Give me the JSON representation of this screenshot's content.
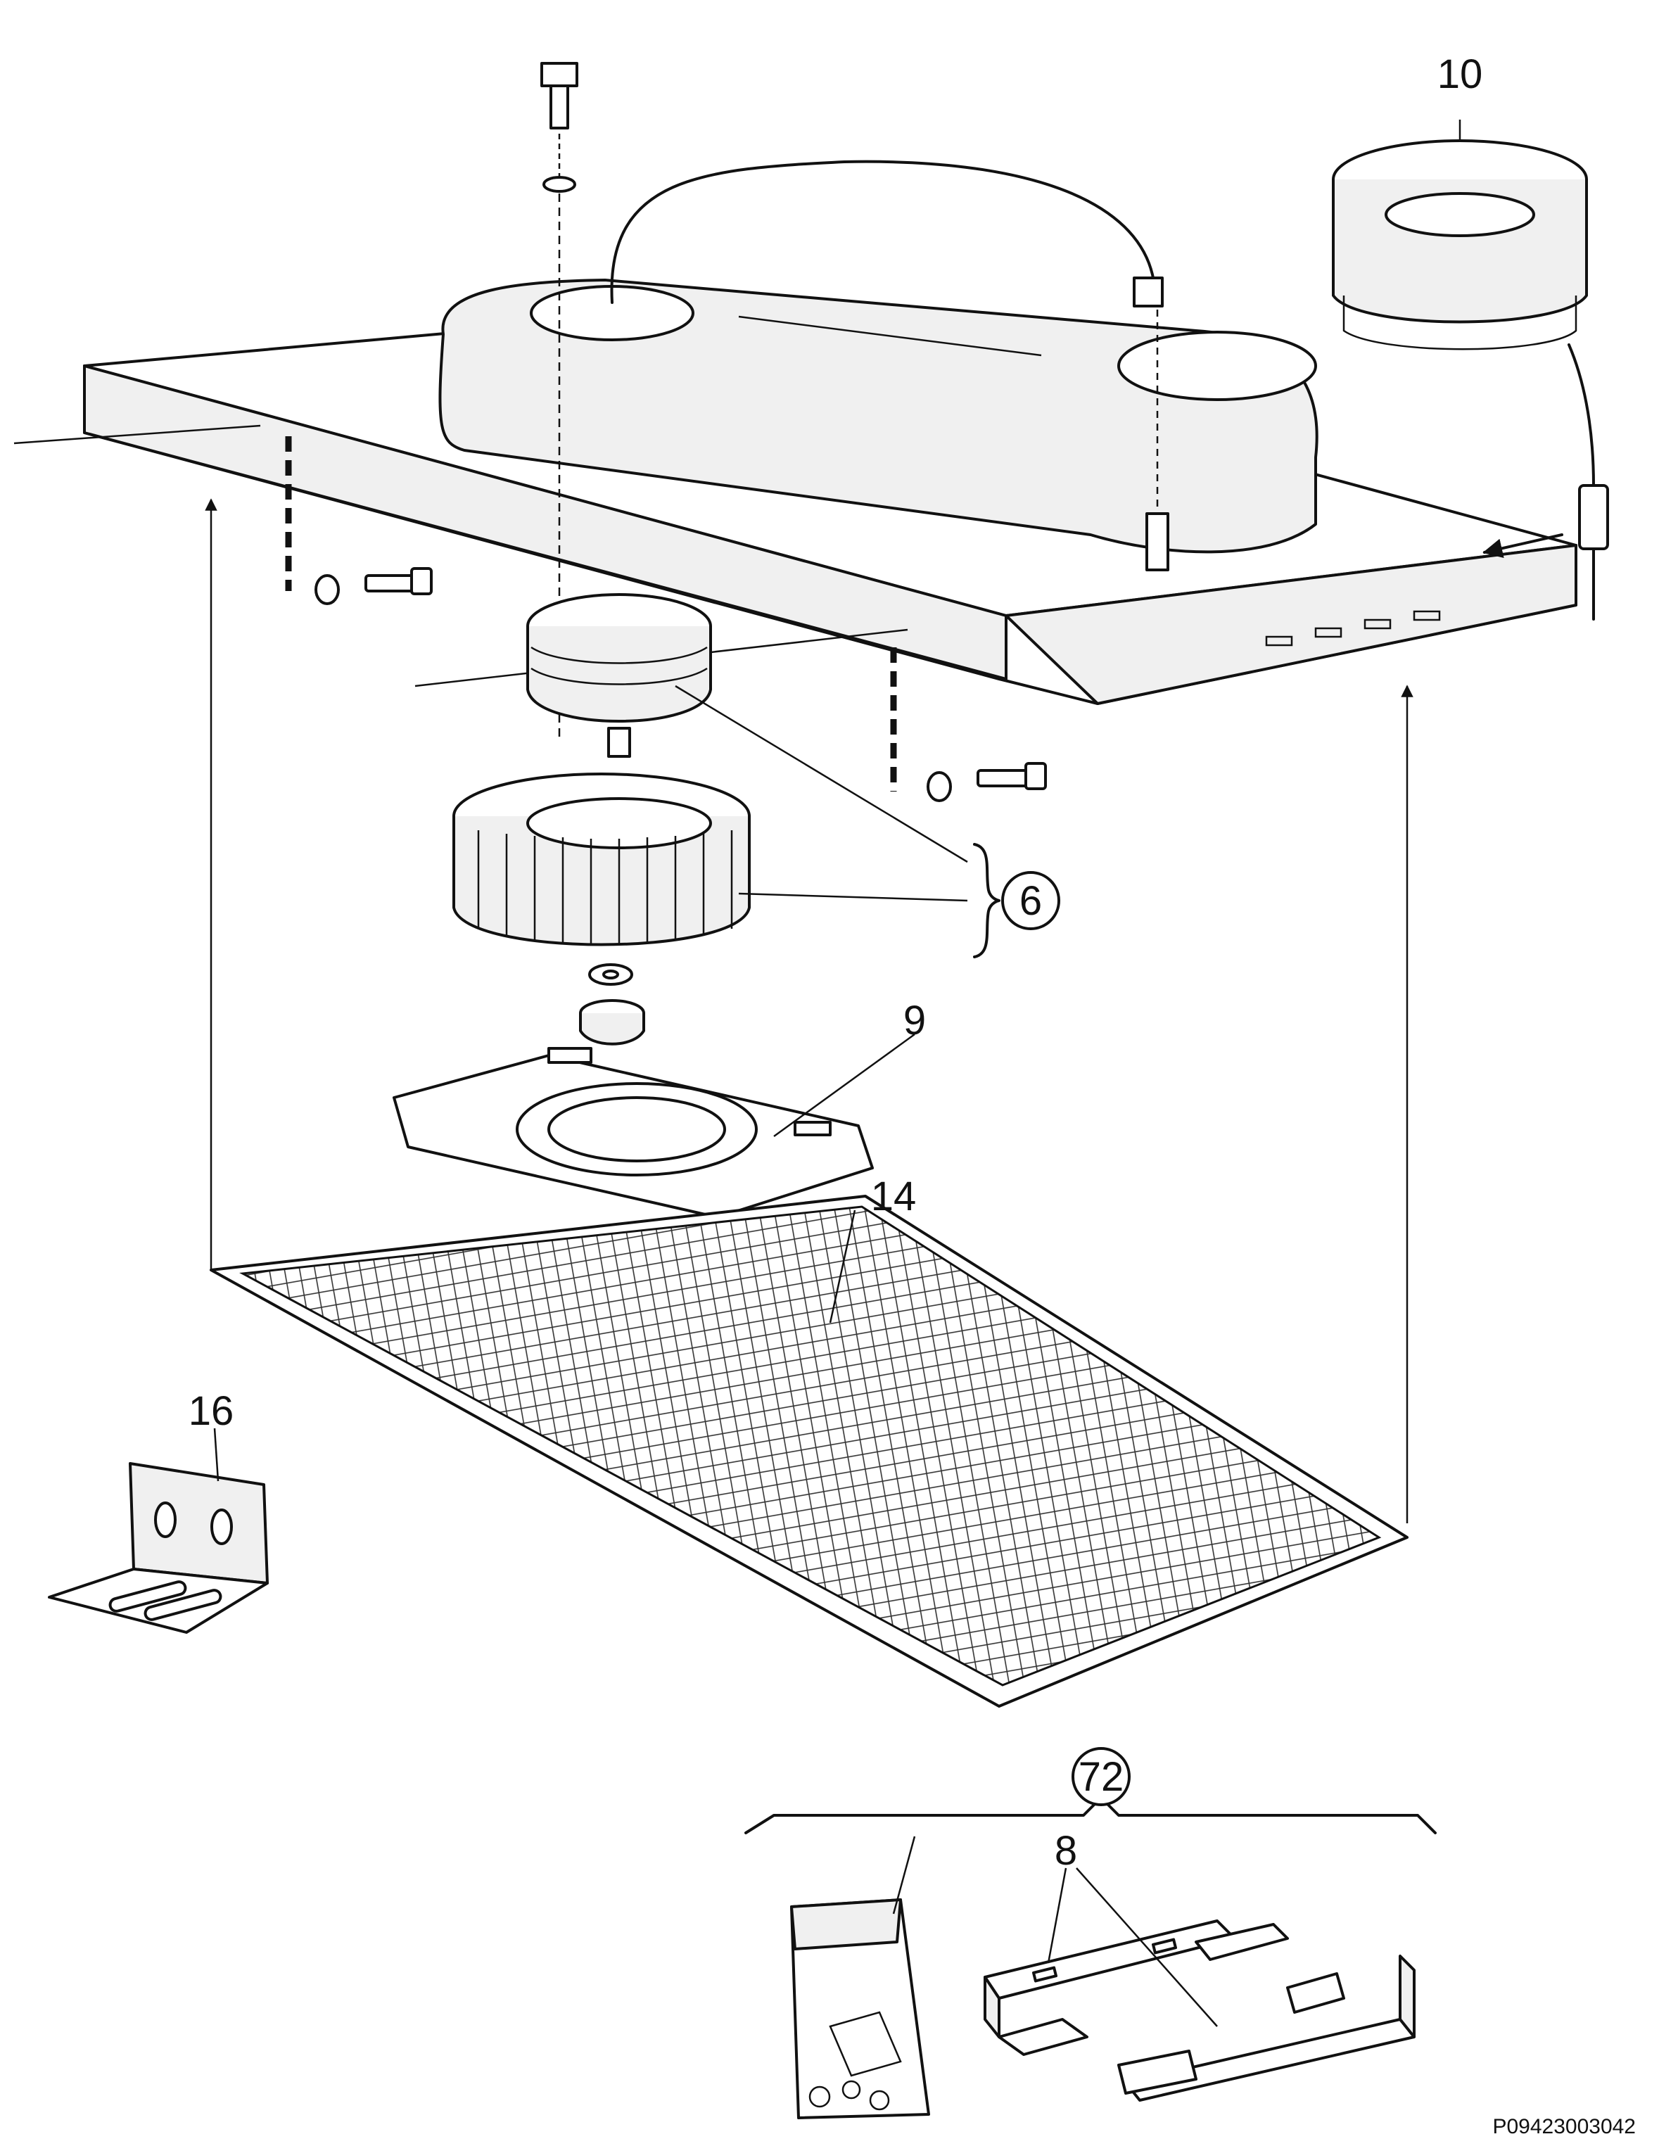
{
  "callouts": {
    "p6": "6",
    "p8": "8",
    "p9": "9",
    "p10": "10",
    "p14": "14",
    "p16": "16",
    "p72": "72"
  },
  "drawing_code": "P09423003042"
}
